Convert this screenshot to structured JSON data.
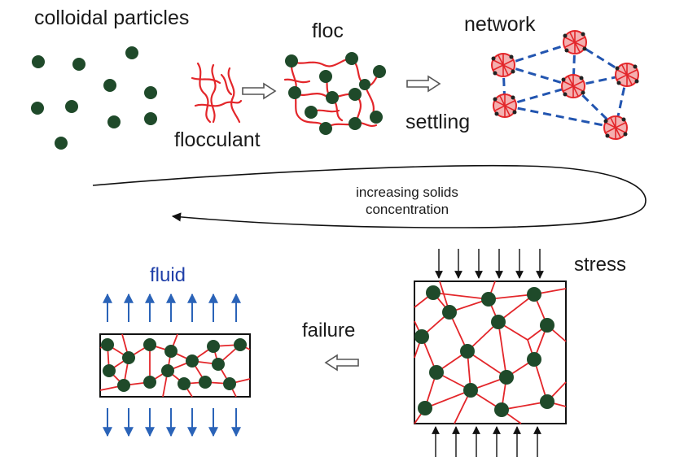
{
  "labels": {
    "colloidal": "colloidal  particles",
    "floc": "floc",
    "network": "network",
    "flocculant": "flocculant",
    "settling": "settling",
    "increasing_line1": "increasing solids",
    "increasing_line2": "concentration",
    "stress": "stress",
    "fluid": "fluid",
    "failure": "failure"
  },
  "colors": {
    "particle": "#1f4a2a",
    "strand": "#e3262a",
    "network_link": "#2255b0",
    "fluid_arrow": "#2a63b8",
    "fluid_text": "#1f3fa8",
    "outline": "#111111"
  },
  "icons": {
    "process_arrow": "hollow-right-arrow",
    "failure_arrow": "hollow-left-arrow"
  }
}
